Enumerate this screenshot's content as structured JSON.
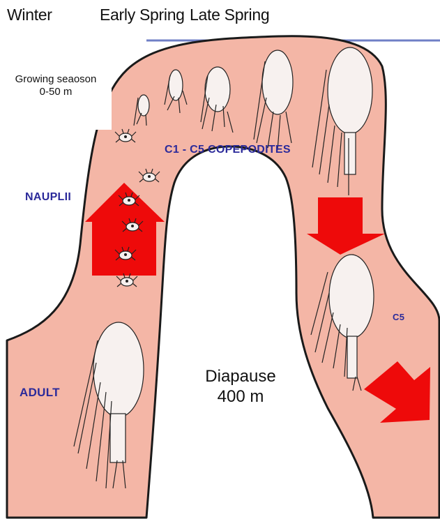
{
  "seasons": {
    "winter": "Winter",
    "early_spring": "Early Spring",
    "late_spring": "Late Spring"
  },
  "growing_season": {
    "line1": "Growing seaoson",
    "line2": "0-50 m"
  },
  "diapause": {
    "line1": "Diapause",
    "line2": "400 m"
  },
  "stages": {
    "nauplii": "NAUPLII",
    "copepodites": "C1 - C5 COPEPODITES",
    "c5": "C5",
    "adult": "ADULT"
  },
  "colors": {
    "band_fill": "#f4b6a6",
    "band_stroke": "#1a1a1a",
    "arrow_fill": "#ee0a0a",
    "label_color": "#2b2a9a",
    "surface_line": "#6f7fc6"
  }
}
